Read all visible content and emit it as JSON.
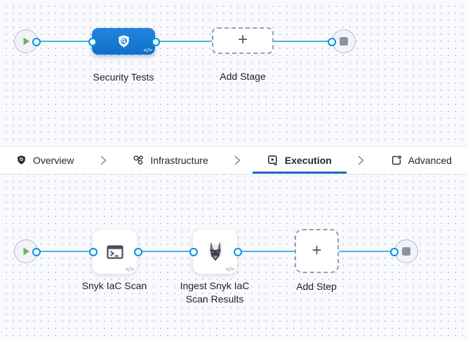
{
  "stage_graph": {
    "start_icon": "play-icon",
    "end_icon": "stop-icon",
    "stage": {
      "label": "Security Tests",
      "icon": "security-shield-icon",
      "code_badge": "</>"
    },
    "add_stage": {
      "label": "Add Stage",
      "plus": "+",
      "icon": "plus-icon"
    }
  },
  "tab_bar": {
    "separator_icon": "chevron-right-icon",
    "tabs": [
      {
        "label": "Overview",
        "icon": "shield-icon",
        "active": false
      },
      {
        "label": "Infrastructure",
        "icon": "infrastructure-nodes-icon",
        "active": false
      },
      {
        "label": "Execution",
        "icon": "execution-play-box-icon",
        "active": true
      },
      {
        "label": "Advanced",
        "icon": "advanced-gear-box-icon",
        "active": false
      }
    ]
  },
  "step_graph": {
    "start_icon": "play-icon",
    "end_icon": "stop-icon",
    "steps": [
      {
        "label": "Snyk IaC Scan",
        "icon": "terminal-icon",
        "code_badge": "</>"
      },
      {
        "label": "Ingest Snyk IaC Scan Results",
        "icon": "snyk-dog-icon",
        "code_badge": "</>"
      }
    ],
    "add_step": {
      "label": "Add Step",
      "plus": "+",
      "icon": "plus-icon"
    }
  },
  "colors": {
    "stage_blue": "#1478d6",
    "link_blue": "#4db3ea",
    "connector_blue": "#0092e4",
    "active_tab_underline": "#1d6bcb",
    "play_green": "#68bb4f",
    "stop_gray": "#8d91a3",
    "canvas_background": "#f8fafd"
  }
}
